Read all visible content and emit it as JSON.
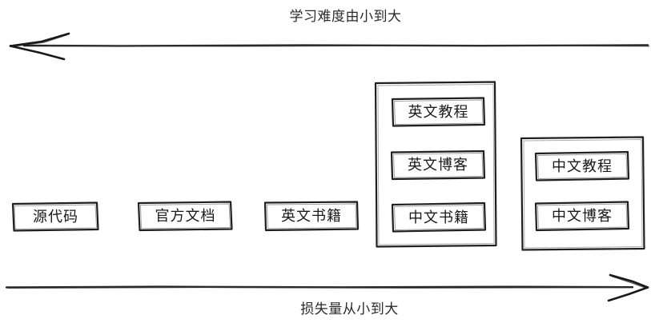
{
  "diagram": {
    "background": "#ffffff",
    "stroke": "#1a1a1a",
    "style": "hand-drawn-sketch",
    "top_axis": {
      "label": "学习难度由小到大",
      "direction": "left",
      "arrowhead": "left-arrowhead-icon"
    },
    "bottom_axis": {
      "label": "损失量从小到大",
      "direction": "right",
      "arrowhead": "right-arrowhead-icon"
    },
    "columns": [
      {
        "id": "col-1",
        "grouped": false,
        "items": [
          {
            "label": "源代码"
          }
        ]
      },
      {
        "id": "col-2",
        "grouped": false,
        "items": [
          {
            "label": "官方文档"
          }
        ]
      },
      {
        "id": "col-3",
        "grouped": false,
        "items": [
          {
            "label": "英文书籍"
          }
        ]
      },
      {
        "id": "col-4",
        "grouped": true,
        "items": [
          {
            "label": "英文教程"
          },
          {
            "label": "英文博客"
          },
          {
            "label": "中文书籍"
          }
        ]
      },
      {
        "id": "col-5",
        "grouped": true,
        "items": [
          {
            "label": "中文教程"
          },
          {
            "label": "中文博客"
          }
        ]
      }
    ]
  }
}
